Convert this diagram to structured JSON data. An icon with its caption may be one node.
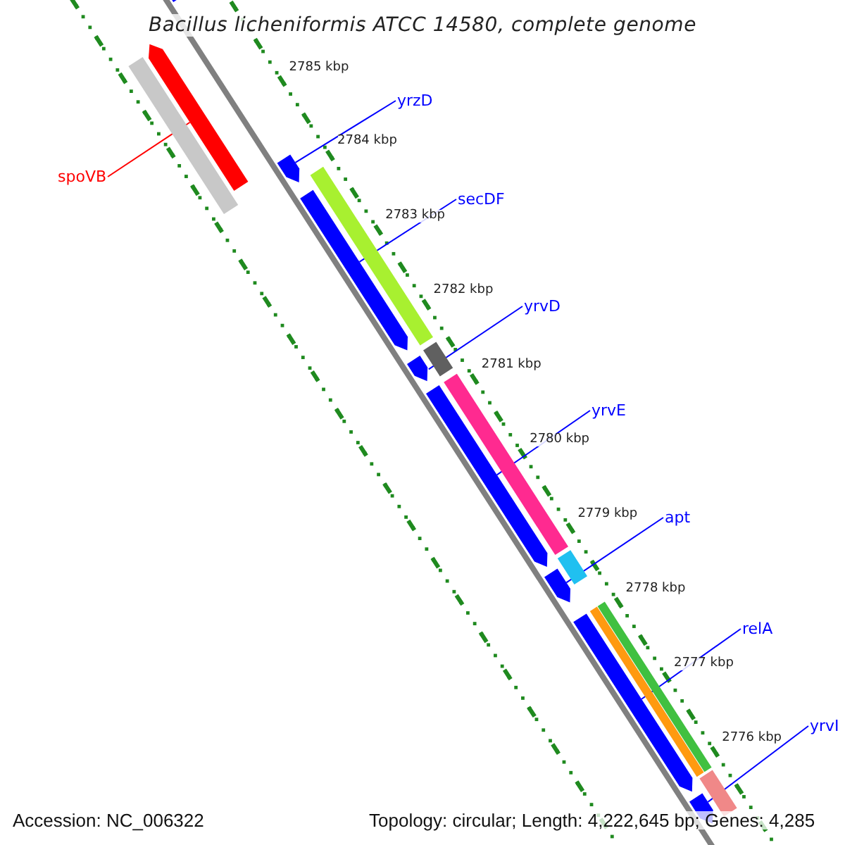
{
  "diagram": {
    "title": "Bacillus licheniformis ATCC 14580, complete genome",
    "nodes": [
      {
        "text": [
          "yrzD"
        ]
      },
      {
        "text": [
          "spoVB"
        ]
      },
      {
        "text": [
          "secDF"
        ]
      },
      {
        "text": [
          "yrvD"
        ]
      },
      {
        "text": [
          "yrvE"
        ]
      },
      {
        "text": [
          "apt"
        ]
      },
      {
        "text": [
          "relA"
        ]
      },
      {
        "text": [
          "yrvI"
        ]
      },
      {
        "text": [],
        "shape": "bar"
      },
      {
        "text": [],
        "shape": "bar"
      },
      {
        "text": [],
        "shape": "bar"
      },
      {
        "text": [],
        "shape": "bar"
      },
      {
        "text": [],
        "shape": "bar"
      },
      {
        "text": [],
        "shape": "bar"
      },
      {
        "text": [],
        "shape": "bar"
      },
      {
        "text": [],
        "shape": "bar"
      }
    ],
    "edges": [
      {
        "from": 0,
        "to": 9,
        "arrow": "none"
      },
      {
        "from": 1,
        "to": 8,
        "arrow": "none",
        "color": "#ff0000"
      },
      {
        "from": 2,
        "to": 10,
        "arrow": "none"
      },
      {
        "from": 3,
        "to": 11,
        "arrow": "none"
      },
      {
        "from": 4,
        "to": 12,
        "arrow": "none"
      },
      {
        "from": 5,
        "to": 13,
        "arrow": "none"
      },
      {
        "from": 6,
        "to": 14,
        "arrow": "none"
      },
      {
        "from": 7,
        "to": 15,
        "arrow": "none"
      }
    ],
    "labels": [
      "2785 kbp",
      "2784 kbp",
      "2783 kbp",
      "2782 kbp",
      "2781 kbp",
      "2780 kbp",
      "2779 kbp",
      "2778 kbp",
      "2777 kbp",
      "2776 kbp",
      "Accession: NC_006322",
      "Topology: circular; Length: 4,222,645 bp; Genes: 4,285"
    ]
  }
}
